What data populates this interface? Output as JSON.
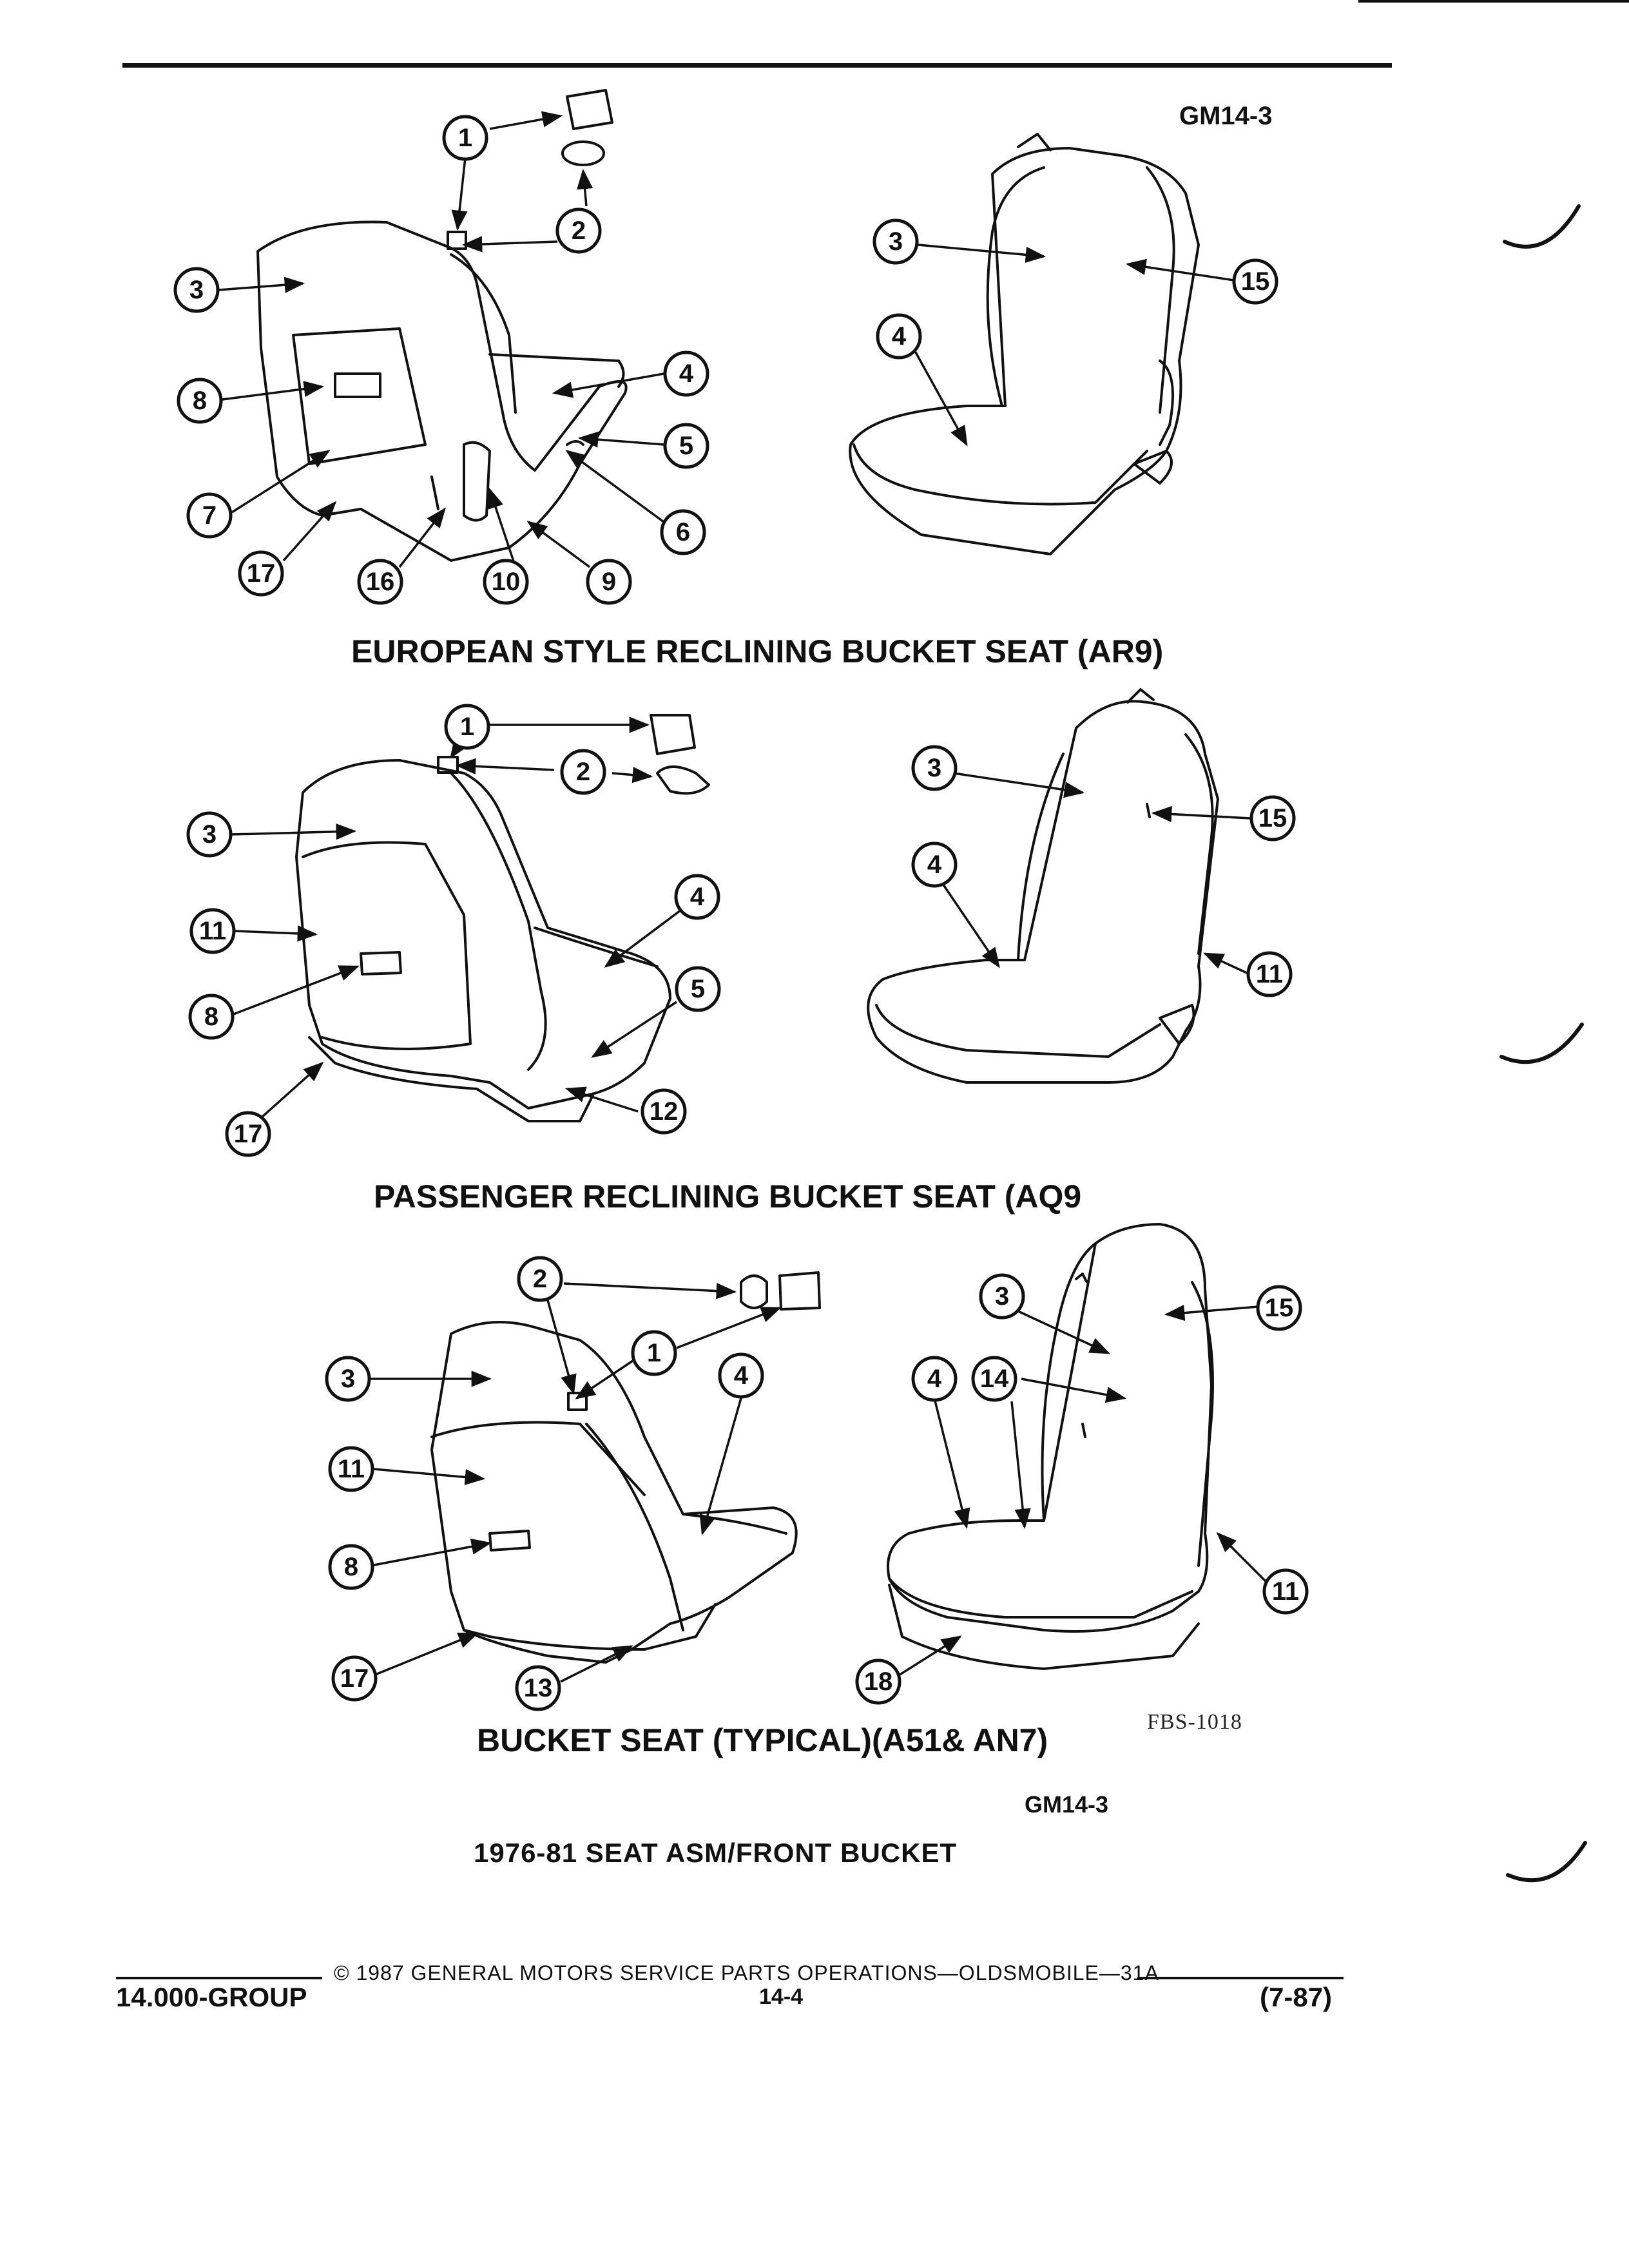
{
  "header": {
    "code_top": "GM14-3"
  },
  "diagrams": [
    {
      "caption": "EUROPEAN STYLE RECLINING BUCKET SEAT (AR9)",
      "callouts": [
        "1",
        "2",
        "3",
        "8",
        "7",
        "17",
        "16",
        "10",
        "9",
        "6",
        "5",
        "4",
        "3",
        "4",
        "15"
      ]
    },
    {
      "caption": "PASSENGER RECLINING BUCKET SEAT (AQ9",
      "callouts": [
        "1",
        "2",
        "3",
        "11",
        "8",
        "17",
        "12",
        "5",
        "4",
        "3",
        "4",
        "15",
        "11"
      ]
    },
    {
      "caption": "BUCKET SEAT (TYPICAL)(A51& AN7)",
      "callouts": [
        "2",
        "1",
        "3",
        "11",
        "8",
        "17",
        "13",
        "4",
        "3",
        "4",
        "14",
        "15",
        "11",
        "18"
      ]
    }
  ],
  "figure_id": "FBS-1018",
  "code_bottom": "GM14-3",
  "section_title": "1976-81 SEAT ASM/FRONT BUCKET",
  "footer": {
    "copyright": "© 1987 GENERAL MOTORS SERVICE PARTS OPERATIONS—OLDSMOBILE—31A",
    "group": "14.000-GROUP",
    "page": "14-4",
    "date": "(7-87)"
  }
}
